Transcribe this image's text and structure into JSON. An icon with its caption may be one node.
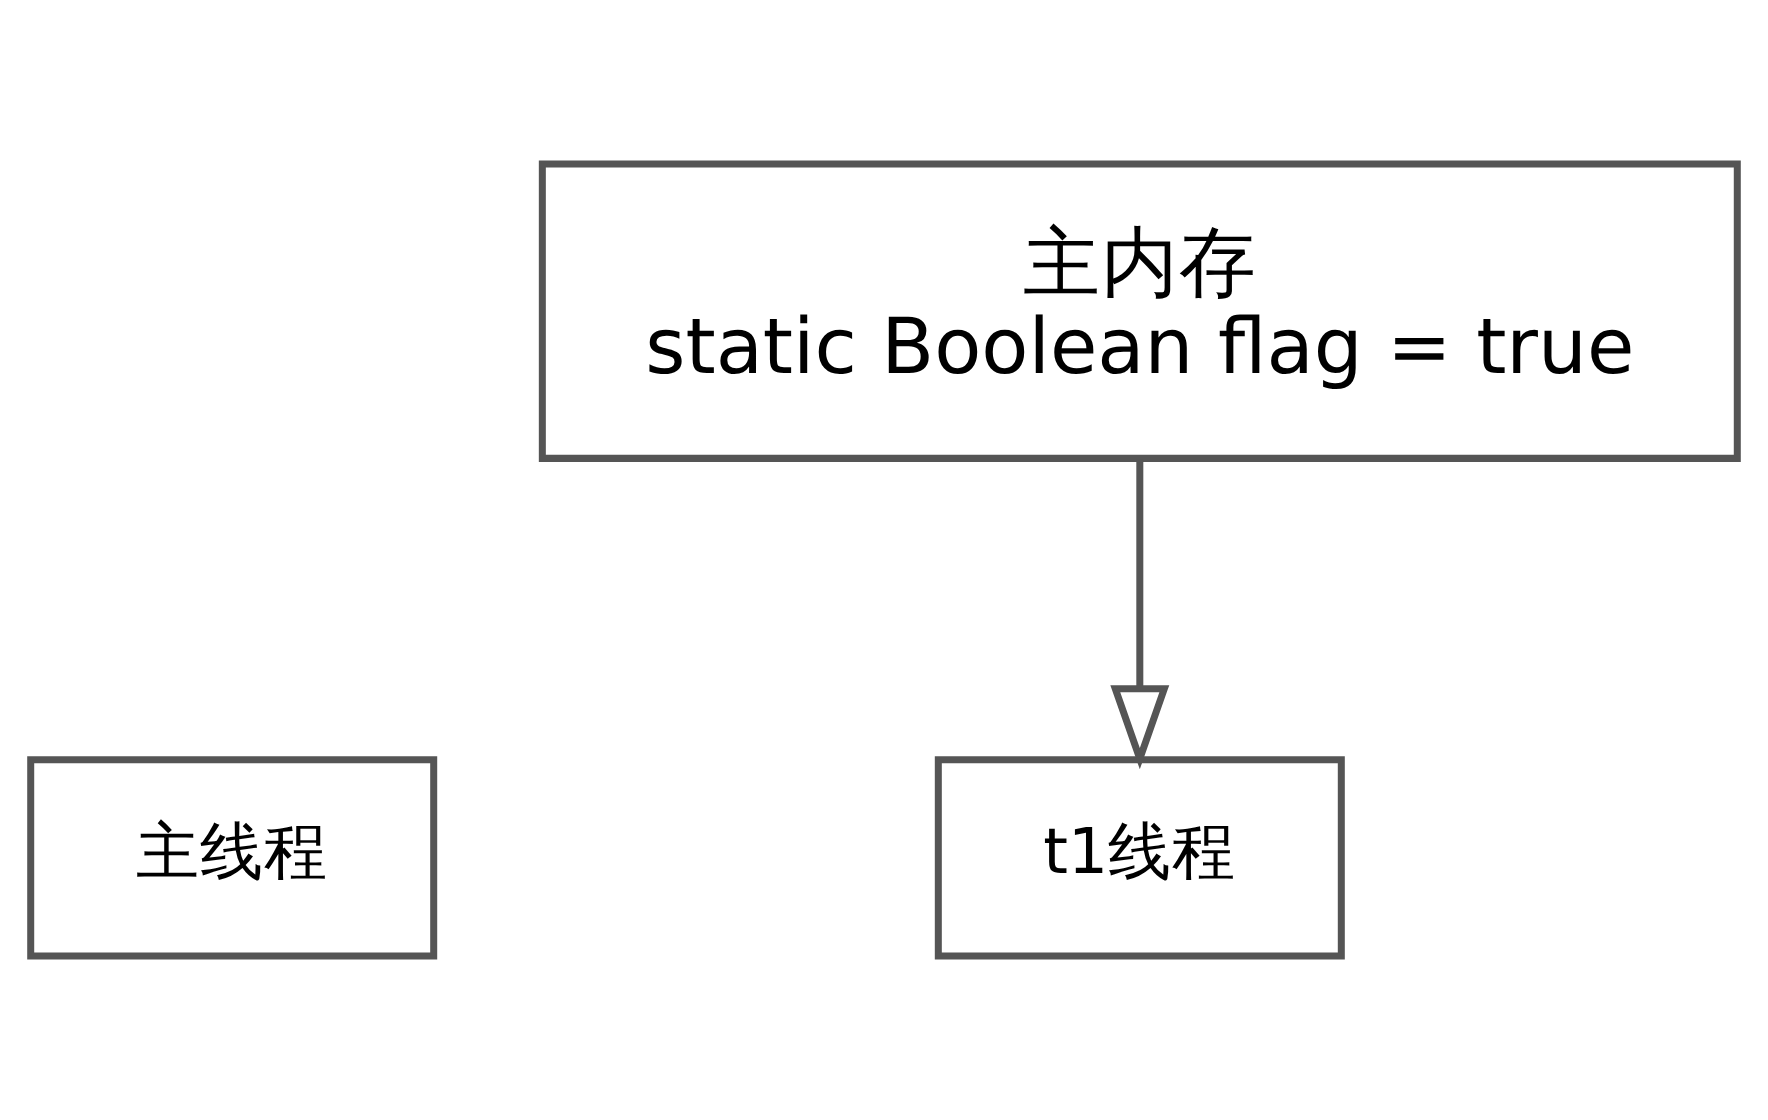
{
  "diagram": {
    "nodes": [
      {
        "text": [
          "主内存",
          "static Boolean flag = true"
        ]
      },
      {
        "text": [
          "主线程"
        ]
      },
      {
        "text": [
          "t1线程"
        ]
      }
    ],
    "edges": [
      {
        "from": 0,
        "to": 2,
        "arrow": "to"
      }
    ]
  }
}
